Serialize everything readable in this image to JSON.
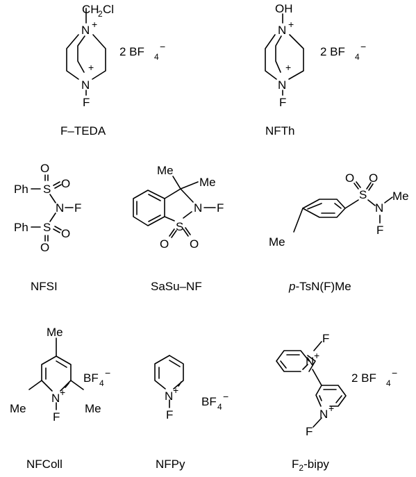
{
  "compounds": [
    {
      "name": "F–TEDA",
      "counterion": "2 BF",
      "counterion_sub": "4",
      "counterion_charge": "−",
      "atoms": {
        "top_group": "CH",
        "top_group_sub": "2",
        "top_group_tail": "Cl",
        "n": "N",
        "plus": "+",
        "f": "F"
      }
    },
    {
      "name": "NFTh",
      "counterion": "2 BF",
      "counterion_sub": "4",
      "counterion_charge": "−",
      "atoms": {
        "oh": "OH",
        "n": "N",
        "plus": "+",
        "f": "F"
      }
    },
    {
      "name": "NFSI",
      "atoms": {
        "ph": "Ph",
        "s": "S",
        "o": "O",
        "n": "N",
        "f": "F"
      }
    },
    {
      "name": "SaSu–NF",
      "atoms": {
        "me": "Me",
        "n": "N",
        "f": "F",
        "s": "S",
        "o": "O"
      }
    },
    {
      "name_prefix": "p",
      "name": "-TsN(F)Me",
      "atoms": {
        "me": "Me",
        "s": "S",
        "o": "O",
        "n": "N",
        "f": "F"
      }
    },
    {
      "name": "NFColl",
      "counterion": "BF",
      "counterion_sub": "4",
      "counterion_charge": "−",
      "atoms": {
        "me": "Me",
        "n": "N",
        "plus": "+",
        "f": "F"
      }
    },
    {
      "name": "NFPy",
      "counterion": "BF",
      "counterion_sub": "4",
      "counterion_charge": "−",
      "atoms": {
        "n": "N",
        "plus": "+",
        "f": "F"
      }
    },
    {
      "name": "F",
      "name_sub": "2",
      "name_tail": "-bipy",
      "counterion": "2 BF",
      "counterion_sub": "4",
      "counterion_charge": "−",
      "atoms": {
        "n": "N",
        "plus": "+",
        "f": "F"
      }
    }
  ]
}
